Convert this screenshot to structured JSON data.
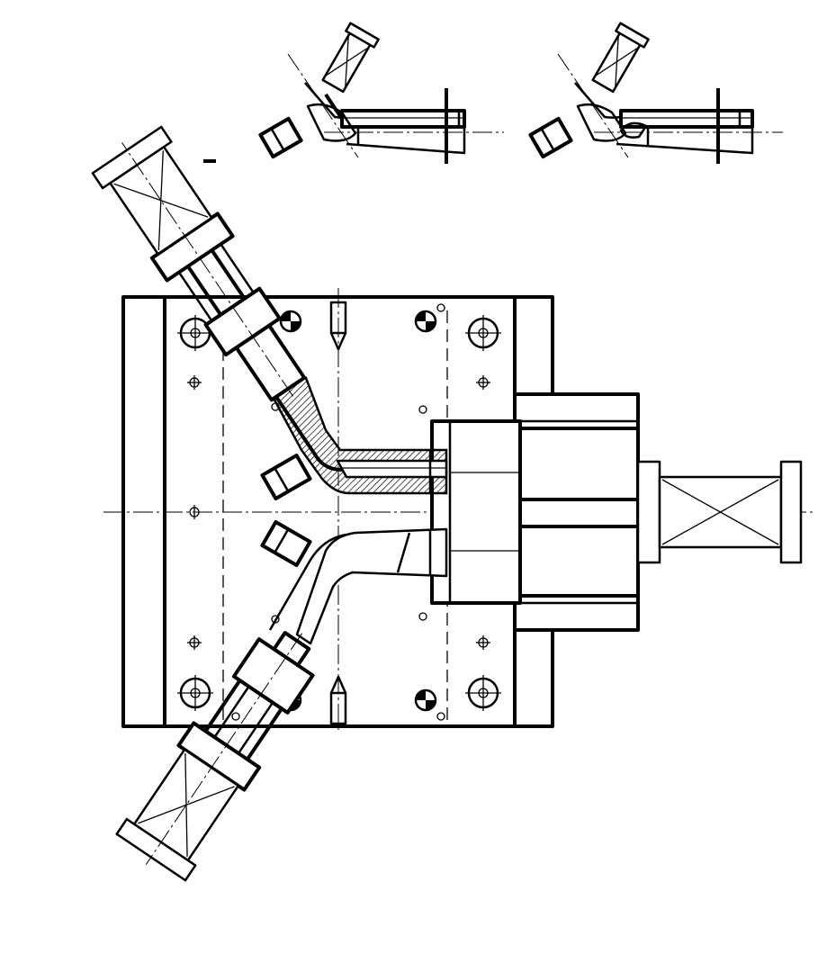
{
  "colors": {
    "line": "#000000",
    "background": "#ffffff",
    "hatch": "#000000"
  },
  "views": [
    {
      "name": "detail-view-left"
    },
    {
      "name": "detail-view-right"
    },
    {
      "name": "main-mold-plan-view"
    }
  ]
}
